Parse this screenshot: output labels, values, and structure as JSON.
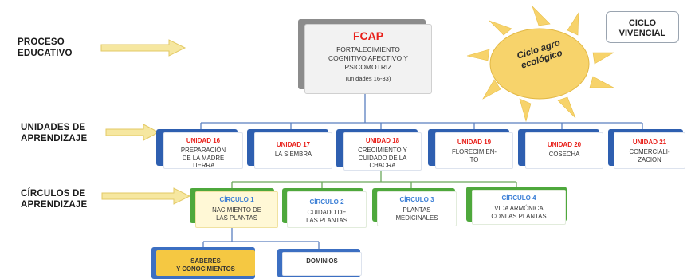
{
  "row_labels": {
    "proceso": [
      "PROCESO",
      "EDUCATIVO"
    ],
    "unidades": [
      "UNIDADES DE",
      "APRENDIZAJE"
    ],
    "circulos": [
      "CÍRCULOS DE",
      "APRENDIZAJE"
    ]
  },
  "center": {
    "title": "FCAP",
    "subtitle": [
      "FORTALECIMIENTO",
      "COGNITIVO AFECTIVO Y",
      "PSICOMOTRIZ"
    ],
    "units_range": "(unidades 16-33)"
  },
  "sun": {
    "label": [
      "Ciclo agro",
      "ecológico"
    ]
  },
  "ciclo": {
    "label": [
      "CICLO",
      "VIVENCIAL"
    ]
  },
  "units": [
    {
      "title": "UNIDAD 16",
      "desc": [
        "PREPARACIÓN",
        "DE LA MADRE",
        "TIERRA"
      ]
    },
    {
      "title": "UNIDAD 17",
      "desc": [
        "LA SIEMBRA"
      ]
    },
    {
      "title": "UNIDAD 18",
      "desc": [
        "CRECIMIENTO Y",
        "CUIDADO DE LA",
        "CHACRA"
      ]
    },
    {
      "title": "UNIDAD 19",
      "desc": [
        "FLORECIMIEN-",
        "TO"
      ]
    },
    {
      "title": "UNIDAD 20",
      "desc": [
        "COSECHA"
      ]
    },
    {
      "title": "UNIDAD 21",
      "desc": [
        "COMERCIALI-",
        "ZACION"
      ]
    }
  ],
  "circles": [
    {
      "title": "CÍRCULO 1",
      "desc": [
        "NACIMIENTO DE",
        "LAS PLANTAS"
      ]
    },
    {
      "title": "CÍRCULO 2",
      "desc": [
        "CUIDADO DE",
        "LAS PLANTAS"
      ]
    },
    {
      "title": "CÍRCULO 3",
      "desc": [
        "PLANTAS",
        "MEDICINALES"
      ]
    },
    {
      "title": "CÍRCULO 4",
      "desc": [
        "VIDA ARMÓNICA",
        "CONLAS PLANTAS"
      ]
    }
  ],
  "bottom": [
    {
      "label": [
        "SABERES",
        "Y CONOCIMIENTOS"
      ]
    },
    {
      "label": [
        "DOMINIOS"
      ]
    }
  ],
  "colors": {
    "unit_accent": "#2e5fb0",
    "circle_accent": "#4ea83c",
    "title_red": "#e8201a",
    "circle_title_blue": "#3b7fd6",
    "sun": "#f7d36b",
    "arrow": "#f3df86",
    "yellow_box": "#f5c842"
  }
}
